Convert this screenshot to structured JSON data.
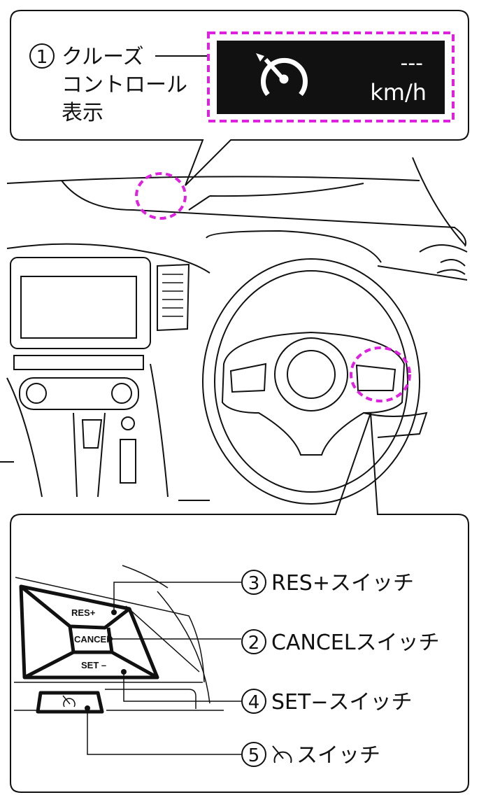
{
  "colors": {
    "highlight": "#e020e0",
    "line": "#111111",
    "display_bg": "#111111"
  },
  "callout_top": {
    "number": "1",
    "label_lines": [
      "クルーズ",
      "コントロール",
      "表示"
    ],
    "display": {
      "icon": "cruise-control-icon",
      "speed": "---",
      "unit": "km/h"
    }
  },
  "callout_bottom": {
    "buttons": {
      "res": "RES+",
      "cancel": "CANCEl",
      "set": "SET –"
    },
    "labels": [
      {
        "number": "3",
        "text": "RES+スイッチ"
      },
      {
        "number": "2",
        "text": "CANCELスイッチ"
      },
      {
        "number": "4",
        "text": "SET−スイッチ"
      },
      {
        "number": "5",
        "text": "スイッチ",
        "icon": "cruise-control-icon"
      }
    ]
  }
}
